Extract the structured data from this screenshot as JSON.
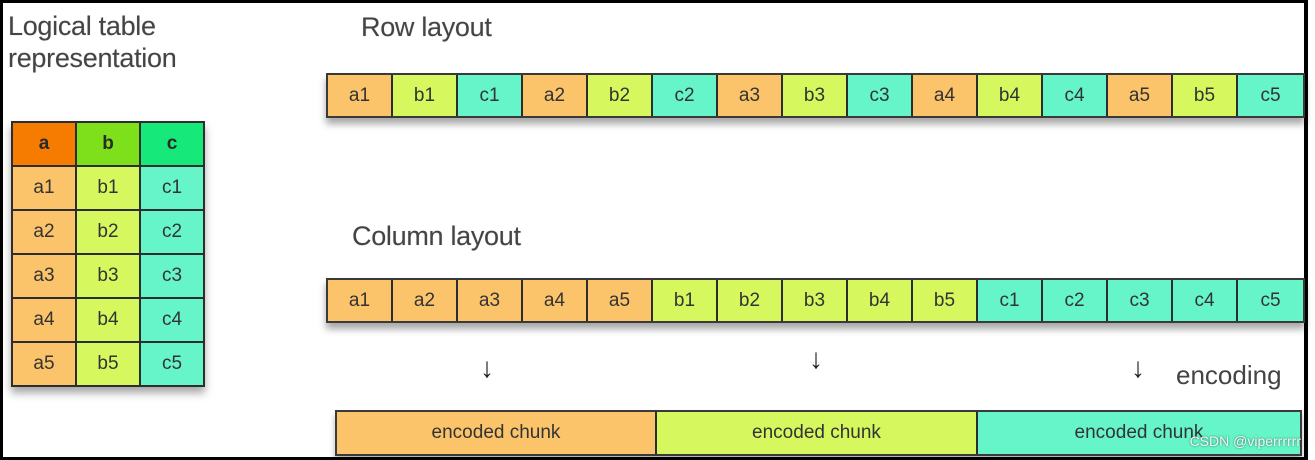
{
  "colors": {
    "a_header": "#f57c00",
    "b_header": "#7ee01a",
    "c_header": "#17e87a",
    "a_cell": "#fcc46a",
    "b_cell": "#d6f85e",
    "c_cell": "#66f5c8"
  },
  "logical_table": {
    "title": "Logical table representation",
    "headers": [
      "a",
      "b",
      "c"
    ],
    "rows": [
      [
        "a1",
        "b1",
        "c1"
      ],
      [
        "a2",
        "b2",
        "c2"
      ],
      [
        "a3",
        "b3",
        "c3"
      ],
      [
        "a4",
        "b4",
        "c4"
      ],
      [
        "a5",
        "b5",
        "c5"
      ]
    ]
  },
  "row_layout": {
    "title": "Row layout",
    "cells": [
      "a1",
      "b1",
      "c1",
      "a2",
      "b2",
      "c2",
      "a3",
      "b3",
      "c3",
      "a4",
      "b4",
      "c4",
      "a5",
      "b5",
      "c5"
    ]
  },
  "column_layout": {
    "title": "Column layout",
    "cells": [
      "a1",
      "a2",
      "a3",
      "a4",
      "a5",
      "b1",
      "b2",
      "b3",
      "b4",
      "b5",
      "c1",
      "c2",
      "c3",
      "c4",
      "c5"
    ]
  },
  "encoding": {
    "label": "encoding",
    "arrow_icon": "down-arrow-icon",
    "arrow_glyph": "↓",
    "chunks": [
      "encoded chunk",
      "encoded chunk",
      "encoded chunk"
    ]
  },
  "watermark": "CSDN @viperrrrrr"
}
